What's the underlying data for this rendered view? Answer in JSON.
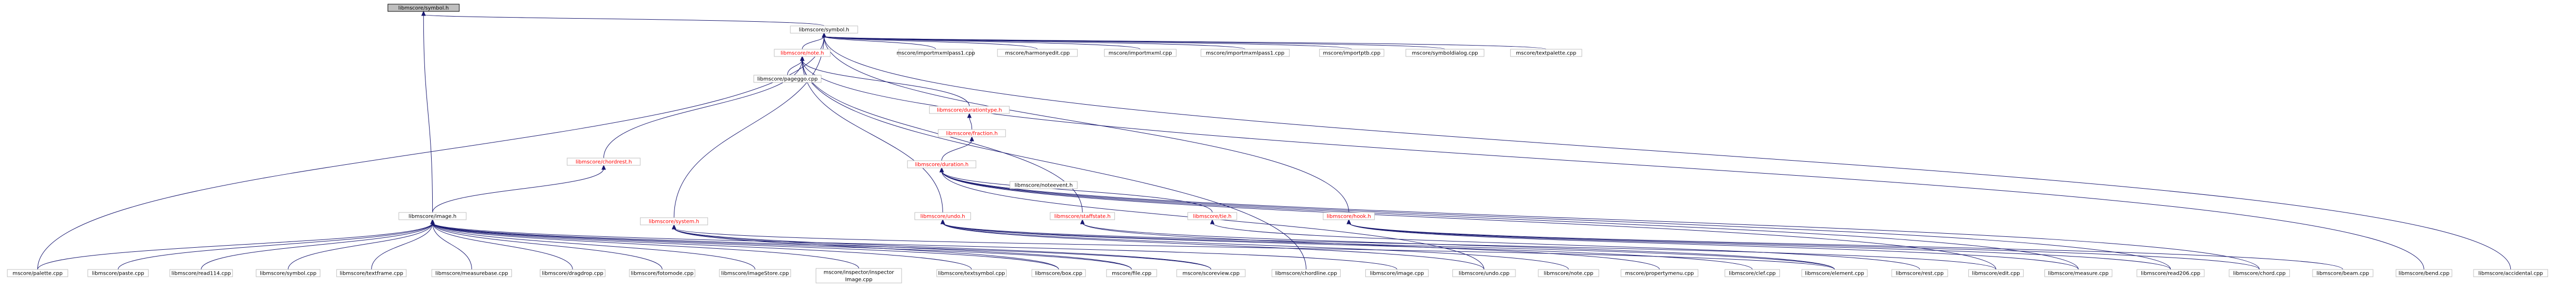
{
  "diagram": {
    "nodes": [
      {
        "id": "symbol_h",
        "label": "libmscore/symbol.h",
        "root": true
      },
      {
        "id": "symbol_h2",
        "label": "libmscore/symbol.h"
      },
      {
        "id": "note_h",
        "label": "libmscore/note.h",
        "red": true
      },
      {
        "id": "imimg",
        "label": "mscore/importmxmlpass1.cpp"
      },
      {
        "id": "imgcpp",
        "label": "libmscore/image.cpp"
      },
      {
        "id": "harmonyedit",
        "label": "mscore/harmonyedit.cpp"
      },
      {
        "id": "importmxml",
        "label": "mscore/importmxml.cpp"
      },
      {
        "id": "importmxmlpass1",
        "label": "mscore/importmxmlpass1.cpp"
      },
      {
        "id": "importptb",
        "label": "mscore/importptb.cpp"
      },
      {
        "id": "symboldialog",
        "label": "mscore/symboldialog.cpp"
      },
      {
        "id": "textpalette",
        "label": "mscore/textpalette.cpp"
      },
      {
        "id": "noteevent",
        "label": "libmscore/noteevent.h"
      },
      {
        "id": "pagesetup",
        "label": "libmscore/pageggo.cpp"
      },
      {
        "id": "chordrest",
        "label": "libmscore/chordrest.h",
        "red": true
      },
      {
        "id": "durationtype",
        "label": "libmscore/durationtype.h",
        "red": true
      },
      {
        "id": "fraction",
        "label": "libmscore/fraction.h",
        "red": true
      },
      {
        "id": "duration_h",
        "label": "libmscore/duration.h",
        "red": true
      },
      {
        "id": "image_h",
        "label": "libmscore/image.h"
      },
      {
        "id": "system_h",
        "label": "libmscore/system.h",
        "red": true
      },
      {
        "id": "undo_h",
        "label": "libmscore/undo.h",
        "red": true
      },
      {
        "id": "stafftype",
        "label": "libmscore/staffstate.h",
        "red": true
      },
      {
        "id": "tie_h",
        "label": "libmscore/tie.h",
        "red": true
      },
      {
        "id": "hook_h",
        "label": "libmscore/hook.h",
        "red": true
      },
      {
        "id": "palette",
        "label": "mscore/palette.cpp"
      },
      {
        "id": "paste",
        "label": "libmscore/paste.cpp"
      },
      {
        "id": "read114",
        "label": "libmscore/read114.cpp"
      },
      {
        "id": "symbolcpp",
        "label": "libmscore/symbol.cpp"
      },
      {
        "id": "textframe",
        "label": "libmscore/textframe.cpp"
      },
      {
        "id": "measurebase",
        "label": "libmscore/measurebase.cpp"
      },
      {
        "id": "dragdrop",
        "label": "libmscore/dragdrop.cpp"
      },
      {
        "id": "fotomode",
        "label": "libmscore/fotomode.cpp"
      },
      {
        "id": "imagestore",
        "label": "libmscore/imageStore.cpp"
      },
      {
        "id": "inspectorimage",
        "label": "mscore/inspector/inspector\nImage.cpp"
      },
      {
        "id": "textsymbol",
        "label": "libmscore/textsymbol.cpp"
      },
      {
        "id": "box",
        "label": "libmscore/box.cpp"
      },
      {
        "id": "file",
        "label": "mscore/file.cpp"
      },
      {
        "id": "scoreview",
        "label": "mscore/scoreview.cpp"
      },
      {
        "id": "chordline",
        "label": "libmscore/chordline.cpp"
      },
      {
        "id": "image",
        "label": "libmscore/image.cpp"
      },
      {
        "id": "undo",
        "label": "libmscore/undo.cpp"
      },
      {
        "id": "note",
        "label": "libmscore/note.cpp"
      },
      {
        "id": "propertymenu",
        "label": "mscore/propertymenu.cpp"
      },
      {
        "id": "clef",
        "label": "libmscore/clef.cpp"
      },
      {
        "id": "element",
        "label": "libmscore/element.cpp"
      },
      {
        "id": "rest",
        "label": "libmscore/rest.cpp"
      },
      {
        "id": "edit",
        "label": "libmscore/edit.cpp"
      },
      {
        "id": "measure",
        "label": "libmscore/measure.cpp"
      },
      {
        "id": "read206",
        "label": "libmscore/read206.cpp"
      },
      {
        "id": "chord",
        "label": "libmscore/chord.cpp"
      },
      {
        "id": "beam",
        "label": "libmscore/beam.cpp"
      },
      {
        "id": "bend",
        "label": "libmscore/bend.cpp"
      },
      {
        "id": "accidental",
        "label": "libmscore/accidental.cpp"
      }
    ]
  }
}
